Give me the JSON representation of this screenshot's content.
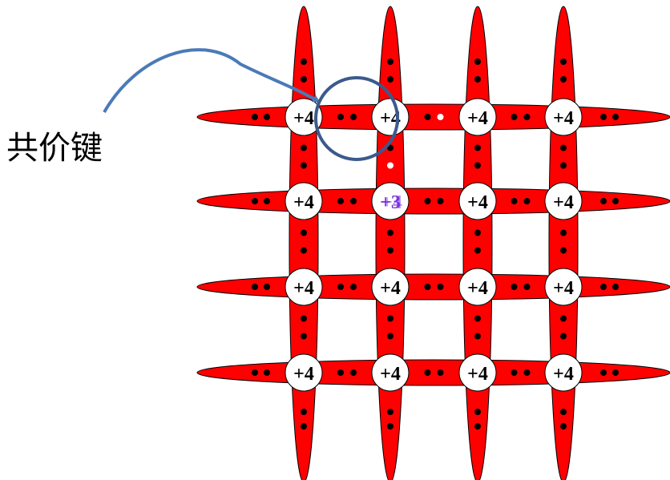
{
  "label": {
    "text": "共价键"
  },
  "ions": {
    "charge_label": "+4",
    "impurity_label_a": "+3",
    "impurity_label_b": "+4",
    "impurity_row": 1,
    "impurity_col": 1,
    "rows": 4,
    "cols": 4
  },
  "holes": [
    {
      "row": 0,
      "col": 1,
      "direction": "right"
    },
    {
      "row": 0,
      "col": 1,
      "direction": "down"
    }
  ],
  "colors": {
    "bond_fill": "#ff0000",
    "bond_stroke": "#000000",
    "ion_fill": "#ffffff",
    "electron": "#000000",
    "arrow": "#4a7ab8",
    "highlight_circle": "#3b5a8c",
    "impurity_label": "#7b2fe0"
  }
}
